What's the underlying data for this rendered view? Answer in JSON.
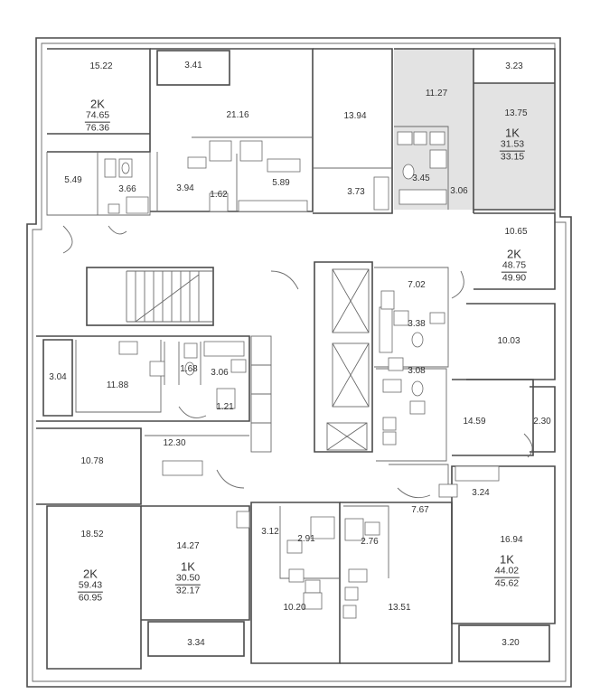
{
  "plan": {
    "accent_fill": "#e3e3e3",
    "wall_color": "#4a4a4a",
    "apartments": [
      {
        "type": "2K",
        "area": "74.65",
        "total": "76.36"
      },
      {
        "type": "1K",
        "area": "31.53",
        "total": "33.15"
      },
      {
        "type": "2K",
        "area": "48.75",
        "total": "49.90"
      },
      {
        "type": "2K",
        "area": "59.43",
        "total": "60.95"
      },
      {
        "type": "1K",
        "area": "30.50",
        "total": "32.17"
      },
      {
        "type": "1K",
        "area": "44.02",
        "total": "45.62"
      }
    ],
    "rooms": [
      "15.22",
      "3.41",
      "21.16",
      "13.94",
      "11.27",
      "3.23",
      "13.75",
      "5.49",
      "3.66",
      "3.94",
      "1.62",
      "5.89",
      "3.73",
      "3.45",
      "3.06",
      "10.65",
      "7.02",
      "3.38",
      "10.03",
      "3.04",
      "11.88",
      "1.68",
      "3.06",
      "1.21",
      "3.08",
      "14.59",
      "2.30",
      "12.30",
      "10.78",
      "3.24",
      "7.67",
      "18.52",
      "3.12",
      "2.91",
      "2.76",
      "14.27",
      "16.94",
      "10.20",
      "13.51",
      "3.34",
      "3.20"
    ]
  }
}
